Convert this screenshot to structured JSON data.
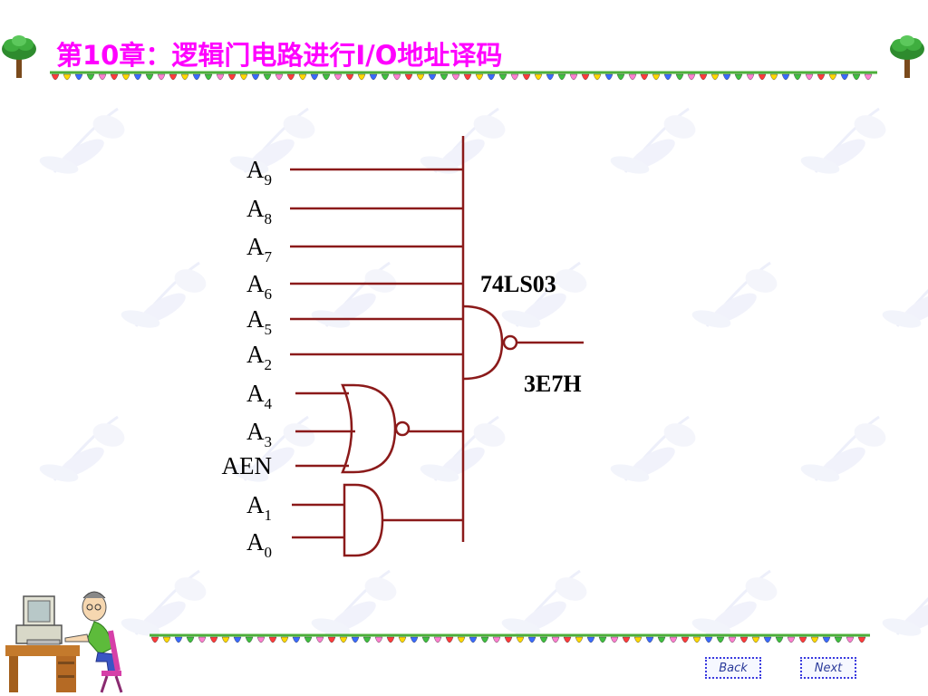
{
  "title": "第10章：逻辑门电路进行I/O地址译码",
  "diagram": {
    "inputs": [
      {
        "name": "A",
        "sub": "9"
      },
      {
        "name": "A",
        "sub": "8"
      },
      {
        "name": "A",
        "sub": "7"
      },
      {
        "name": "A",
        "sub": "6"
      },
      {
        "name": "A",
        "sub": "5"
      },
      {
        "name": "A",
        "sub": "2"
      },
      {
        "name": "A",
        "sub": "4"
      },
      {
        "name": "A",
        "sub": "3"
      },
      {
        "name": "AEN",
        "sub": ""
      },
      {
        "name": "A",
        "sub": "1"
      },
      {
        "name": "A",
        "sub": "0"
      }
    ],
    "chip_label": "74LS03",
    "output_label": "3E7H",
    "wire_color": "#8b1a1a"
  },
  "nav": {
    "back_label": "Back",
    "next_label": "Next"
  }
}
